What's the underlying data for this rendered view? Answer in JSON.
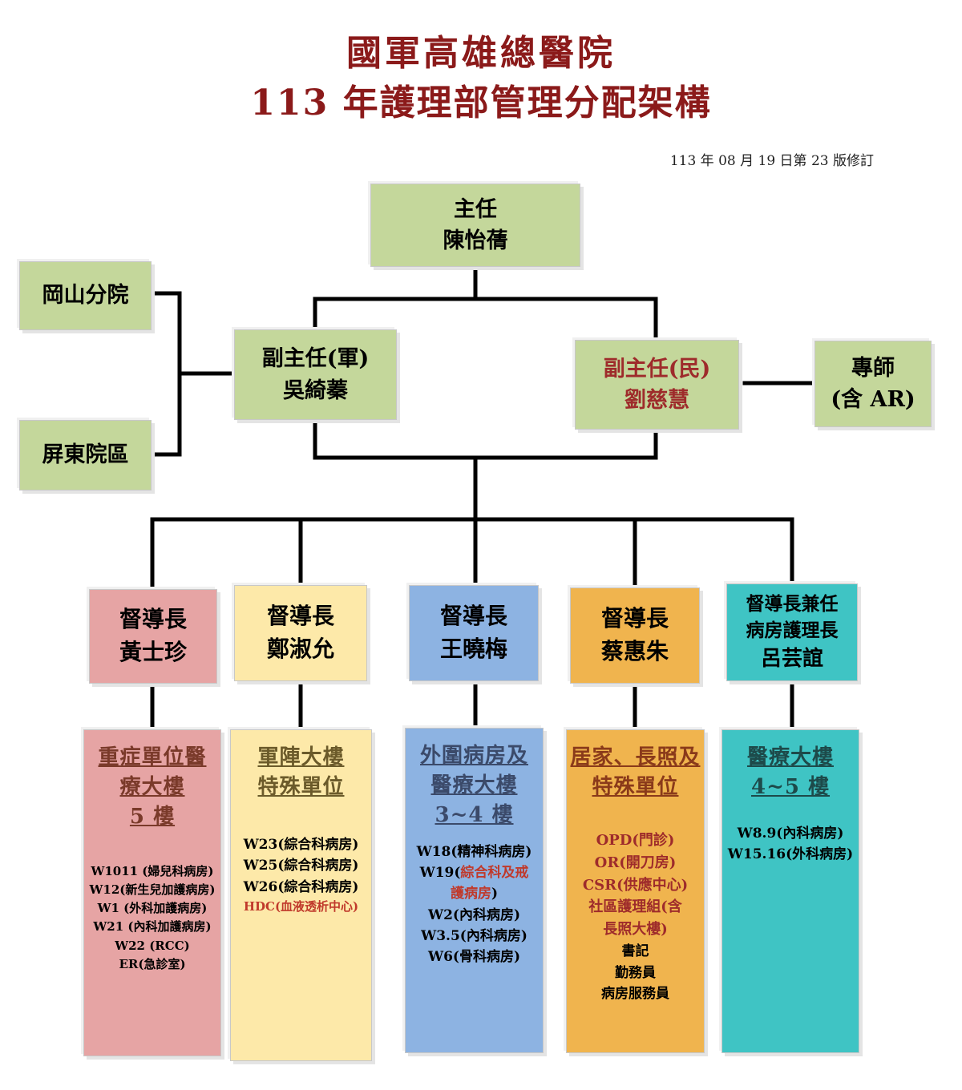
{
  "header": {
    "title_line1": "國軍高雄總醫院",
    "title_line2": "113 年護理部管理分配架構",
    "revision": "113 年 08 月 19 日第 23 版修訂"
  },
  "director": {
    "role": "主任",
    "name": "陳怡蒨"
  },
  "branches": {
    "gangshan": "岡山分院",
    "pingtung": "屏東院區"
  },
  "deputy_military": {
    "role": "副主任(軍)",
    "name": "吳綺蓁"
  },
  "deputy_civil": {
    "role": "副主任(民)",
    "name": "劉慈慧"
  },
  "specialist": {
    "line1": "專師",
    "line2": "(含 AR)"
  },
  "supervisors": [
    {
      "role": "督導長",
      "name": "黃士珍"
    },
    {
      "role": "督導長",
      "name": "鄭淑允"
    },
    {
      "role": "督導長",
      "name": "王曉梅"
    },
    {
      "role": "督導長",
      "name": "蔡惠朱"
    },
    {
      "role_line1": "督導長兼任",
      "role_line2": "病房護理長",
      "name": "呂芸誼"
    }
  ],
  "units": [
    {
      "heading": [
        "重症單位醫",
        "療大樓",
        "5 樓"
      ],
      "items": [
        "W1011 (婦兒科病房)",
        "W12(新生兒加護病房)",
        "W1 (外科加護病房)",
        "W21 (內科加護病房)",
        "W22 (RCC)",
        "ER(急診室)"
      ]
    },
    {
      "heading": [
        "軍陣大樓",
        "特殊單位"
      ],
      "items": [
        "W23(綜合科病房)",
        "W25(綜合科病房)",
        "W26(綜合科病房)",
        "HDC(血液透析中心)"
      ]
    },
    {
      "heading": [
        "外圍病房及",
        "醫療大樓",
        "3~4 樓"
      ],
      "items": [
        "W18(精神科病房)",
        "W19(",
        "綜合科及戒",
        "護病房",
        ")",
        "W2(內科病房)",
        "W3.5(內科病房)",
        "W6(骨科病房)"
      ]
    },
    {
      "heading": [
        "居家、長照及",
        "特殊單位"
      ],
      "items": [
        "OPD(門診)",
        "OR(開刀房)",
        "CSR(供應中心)",
        "社區護理組(含",
        "長照大樓)",
        "書記",
        "勤務員",
        "病房服務員"
      ]
    },
    {
      "heading": [
        "醫療大樓",
        "4~5 樓"
      ],
      "items": [
        "W8.9(內科病房)",
        "W15.16(外科病房)"
      ]
    }
  ],
  "colors": {
    "green": "#c4d79b",
    "pink": "#e6a4a4",
    "light_yellow": "#fde9a9",
    "blue": "#8db3e2",
    "orange": "#f0b44e",
    "teal": "#3fc4c4",
    "title_red": "#8b1a1a"
  }
}
